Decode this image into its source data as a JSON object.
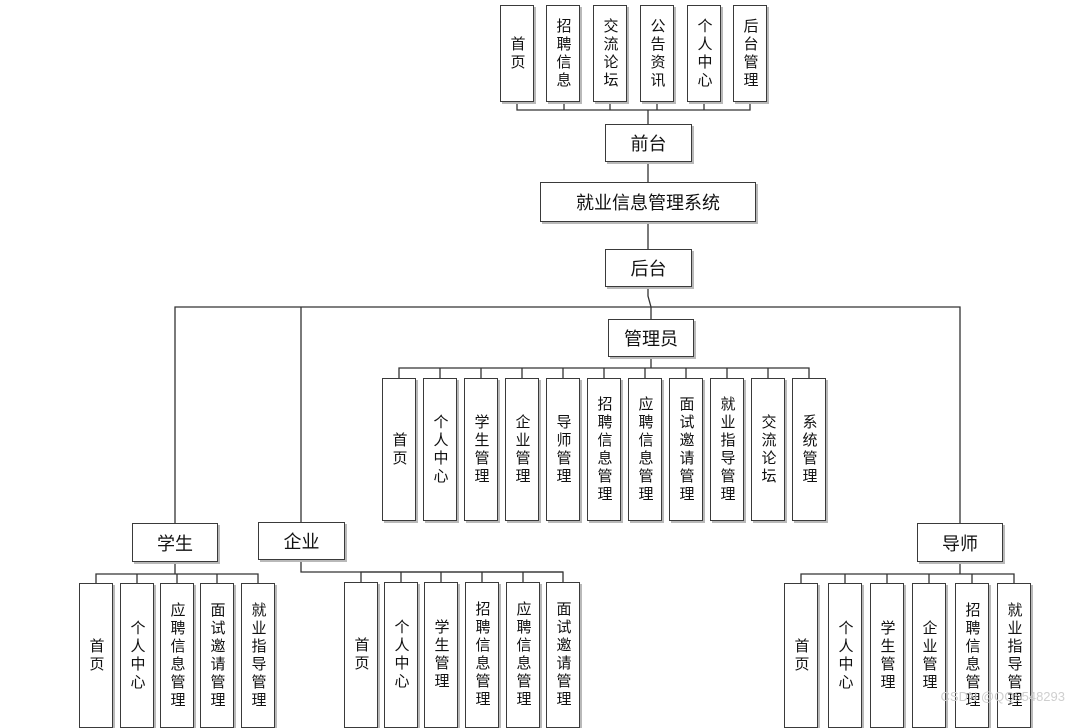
{
  "root": "就业信息管理系统",
  "frontend": {
    "label": "前台",
    "items": [
      "首页",
      "招聘信息",
      "交流论坛",
      "公告资讯",
      "个人中心",
      "后台管理"
    ]
  },
  "backend": {
    "label": "后台"
  },
  "admin": {
    "label": "管理员",
    "items": [
      "首页",
      "个人中心",
      "学生管理",
      "企业管理",
      "导师管理",
      "招聘信息管理",
      "应聘信息管理",
      "面试邀请管理",
      "就业指导管理",
      "交流论坛",
      "系统管理"
    ]
  },
  "student": {
    "label": "学生",
    "items": [
      "首页",
      "个人中心",
      "应聘信息管理",
      "面试邀请管理",
      "就业指导管理"
    ]
  },
  "company": {
    "label": "企业",
    "items": [
      "首页",
      "个人中心",
      "学生管理",
      "招聘信息管理",
      "应聘信息管理",
      "面试邀请管理"
    ]
  },
  "mentor": {
    "label": "导师",
    "items": [
      "首页",
      "个人中心",
      "学生管理",
      "企业管理",
      "招聘信息管理",
      "就业指导管理"
    ]
  },
  "watermark": "CSDN @QQ5548293"
}
